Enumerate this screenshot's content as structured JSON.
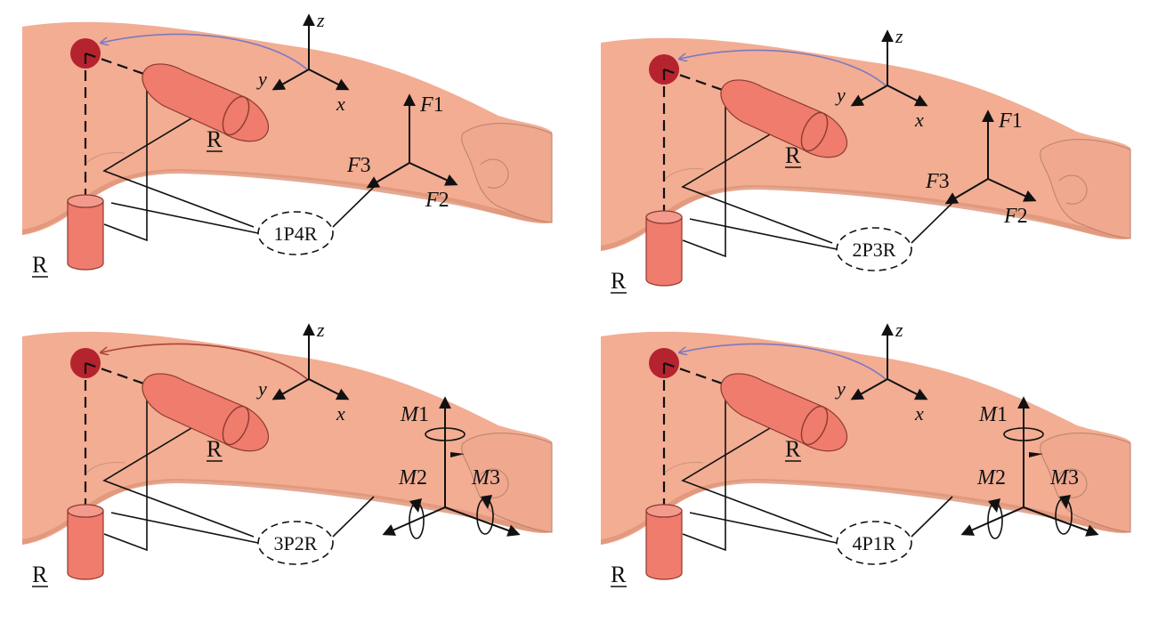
{
  "panels": [
    {
      "id": "1p4r",
      "config_label": "1P4R",
      "joint_label": "R",
      "base_label": "R",
      "axes": {
        "x": "x",
        "y": "y",
        "z": "z"
      },
      "mode": "force",
      "load_labels": [
        {
          "letter": "F",
          "index": "1"
        },
        {
          "letter": "F",
          "index": "2"
        },
        {
          "letter": "F",
          "index": "3"
        }
      ]
    },
    {
      "id": "2p3r",
      "config_label": "2P3R",
      "joint_label": "R",
      "base_label": "R",
      "axes": {
        "x": "x",
        "y": "y",
        "z": "z"
      },
      "mode": "force",
      "load_labels": [
        {
          "letter": "F",
          "index": "1"
        },
        {
          "letter": "F",
          "index": "2"
        },
        {
          "letter": "F",
          "index": "3"
        }
      ]
    },
    {
      "id": "3p2r",
      "config_label": "3P2R",
      "joint_label": "R",
      "base_label": "R",
      "axes": {
        "x": "x",
        "y": "y",
        "z": "z"
      },
      "mode": "moment",
      "load_labels": [
        {
          "letter": "M",
          "index": "1"
        },
        {
          "letter": "M",
          "index": "2"
        },
        {
          "letter": "M",
          "index": "3"
        }
      ]
    },
    {
      "id": "4p1r",
      "config_label": "4P1R",
      "joint_label": "R",
      "base_label": "R",
      "axes": {
        "x": "x",
        "y": "y",
        "z": "z"
      },
      "mode": "moment",
      "load_labels": [
        {
          "letter": "M",
          "index": "1"
        },
        {
          "letter": "M",
          "index": "2"
        },
        {
          "letter": "M",
          "index": "3"
        }
      ]
    }
  ],
  "colors": {
    "skin": "#f2ad93",
    "skin_shadow": "#dd9478",
    "skin_outline": "#b8826e",
    "cylinder_fill": "#ef7c6c",
    "cylinder_stroke": "#8e3a31",
    "sphere": "#b5232e",
    "path_blue": "#7d78c2",
    "path_red": "#a8443c",
    "line": "#111111"
  }
}
